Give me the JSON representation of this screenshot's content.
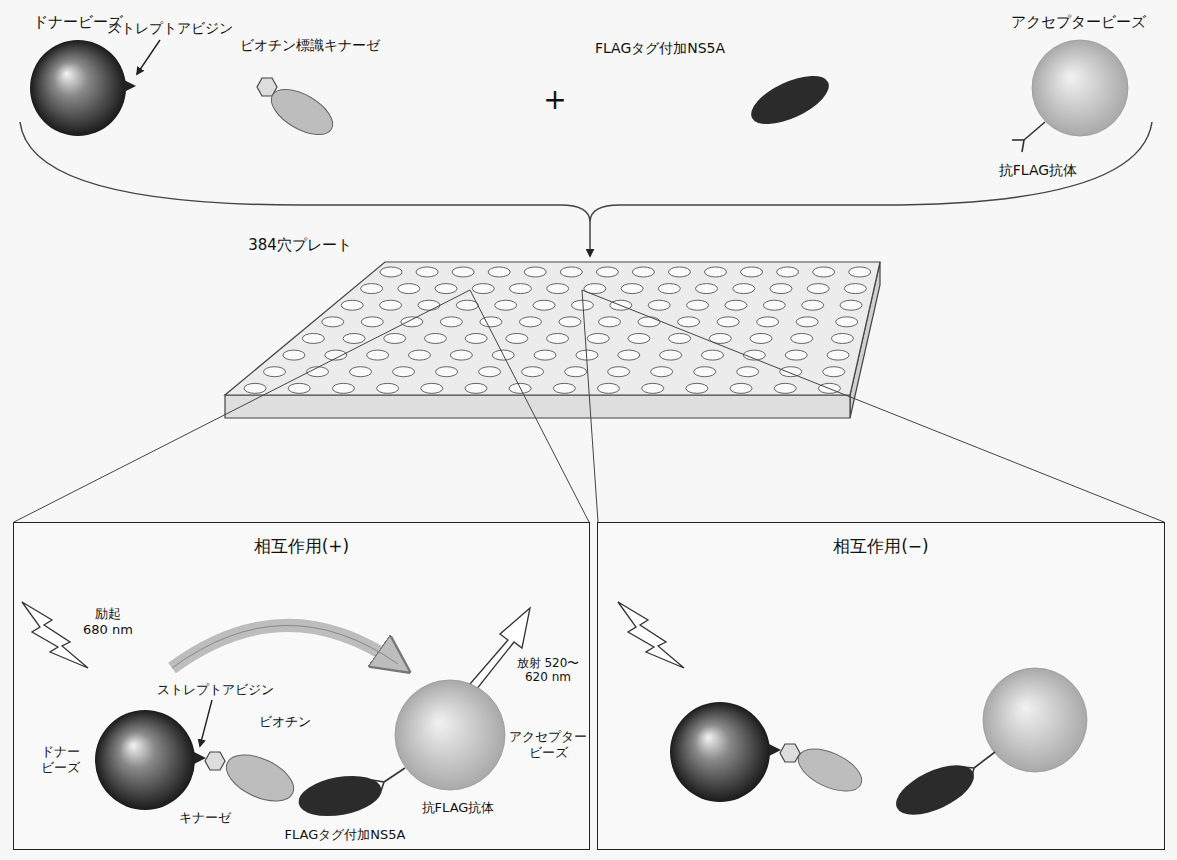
{
  "diagram": {
    "nodes": [
      {
        "text": [
          "相互作用(+)"
        ]
      },
      {
        "text": [
          "相互作用(−)"
        ]
      }
    ],
    "labels": [
      "ドナービーズ",
      "ストレプトアビジン",
      "ビオチン標識キナーゼ",
      "+",
      "FLAGタグ付加NS5A",
      "アクセプタービーズ",
      "抗FLAG抗体",
      "384穴プレート",
      "励起 680 nm",
      "ストレプトアビジン",
      "放射 520〜620 nm",
      "ドナー ビーズ",
      "ビオチン",
      "アクセプター ビーズ",
      "キナーゼ",
      "抗FLAG抗体",
      "FLAGタグ付加NS5A"
    ]
  }
}
